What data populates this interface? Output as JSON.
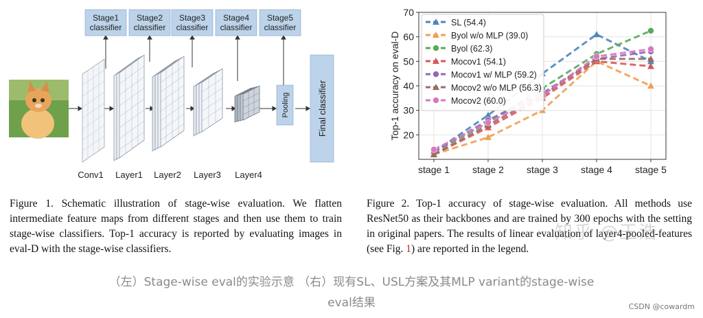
{
  "figure1": {
    "stage_labels": [
      [
        "Stage1",
        "classifier"
      ],
      [
        "Stage2",
        "classifier"
      ],
      [
        "Stage3",
        "classifier"
      ],
      [
        "Stage4",
        "classifier"
      ],
      [
        "Stage5",
        "classifier"
      ]
    ],
    "layer_labels": [
      "Conv1",
      "Layer1",
      "Layer2",
      "Layer3",
      "Layer4"
    ],
    "pooling_label": "Pooling",
    "final_label": "Final classifier",
    "caption_label": "Figure 1.",
    "caption_text": "Schematic illustration of stage-wise evaluation. We flatten intermediate feature maps from different stages and then use them to train stage-wise classifiers. Top-1 accuracy is reported by evaluating images in eval-D with the stage-wise classifiers."
  },
  "figure2": {
    "caption_label": "Figure 2.",
    "caption_text_a": "Top-1 accuracy of stage-wise evaluation. All methods use ResNet50 as their backbones and are trained by 300 epochs with the setting in original papers. The results of linear evaluation of layer4-pooled-features (see Fig. ",
    "caption_ref": "1",
    "caption_text_b": ") are reported in the legend."
  },
  "chart_data": {
    "type": "line",
    "ylabel": "Top-1 accuracy on eval-D",
    "xlabel": "",
    "categories": [
      "stage 1",
      "stage 2",
      "stage 3",
      "stage 4",
      "stage 5"
    ],
    "ylim": [
      10,
      70
    ],
    "yticks": [
      20,
      30,
      40,
      50,
      60,
      70
    ],
    "grid": true,
    "legend_position": "top-left",
    "series": [
      {
        "name": "SL (54.4)",
        "color": "#4f86b9",
        "marker": "triangle",
        "values": [
          13,
          28,
          45,
          61,
          50
        ]
      },
      {
        "name": "Byol w/o MLP (39.0)",
        "color": "#f0a052",
        "marker": "triangle",
        "values": [
          12,
          19,
          30,
          50,
          40
        ]
      },
      {
        "name": "Byol (62.3)",
        "color": "#5aa85a",
        "marker": "circle",
        "values": [
          13,
          25,
          39,
          53,
          62.5
        ]
      },
      {
        "name": "Mocov1 (54.1)",
        "color": "#d9575d",
        "marker": "triangle",
        "values": [
          12,
          23,
          35,
          50,
          48
        ]
      },
      {
        "name": "Mocov1 w/ MLP (59.2)",
        "color": "#9268b8",
        "marker": "circle",
        "values": [
          13,
          26,
          37,
          51,
          54
        ]
      },
      {
        "name": "Mocov2 w/o MLP (56.3)",
        "color": "#9a6d60",
        "marker": "triangle",
        "values": [
          12,
          24,
          36,
          51,
          51
        ]
      },
      {
        "name": "Mocov2 (60.0)",
        "color": "#d977c0",
        "marker": "circle",
        "values": [
          14,
          25,
          36,
          52,
          55
        ]
      }
    ]
  },
  "bottom_caption": {
    "line1": "（左）Stage-wise eval的实验示意 （右）现有SL、USL方案及其MLP variant的stage-wise",
    "line2": "eval结果"
  },
  "watermark": "知乎 @王浩",
  "credit": "CSDN @cowardm"
}
